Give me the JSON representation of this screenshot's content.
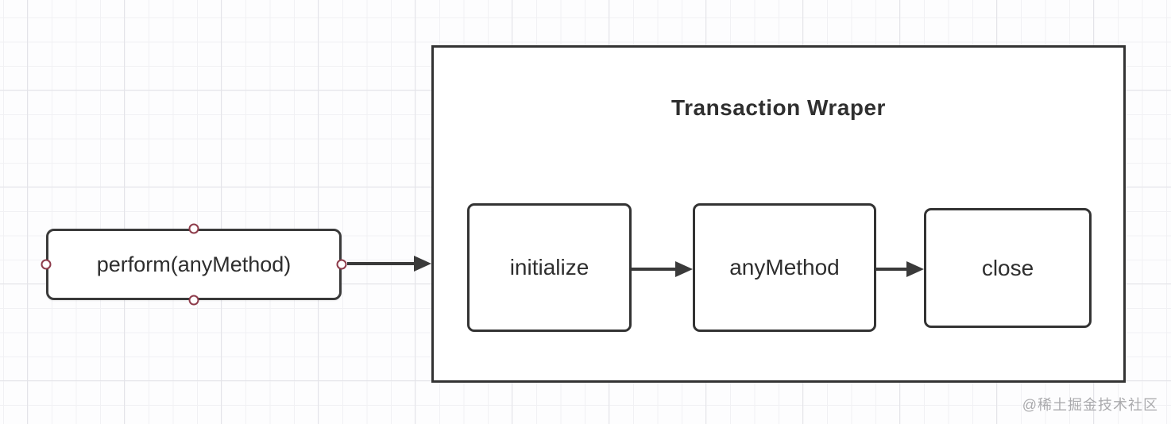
{
  "wrapper": {
    "title": "Transaction Wraper"
  },
  "caller": {
    "label": "perform(anyMethod)"
  },
  "steps": [
    {
      "label": "initialize"
    },
    {
      "label": "anyMethod"
    },
    {
      "label": "close"
    }
  ],
  "watermark": {
    "text": "@稀土掘金技术社区"
  },
  "colors": {
    "box_border": "#333333",
    "text": "#2e2e2e",
    "arrow": "#3a3a3a",
    "handle_stroke": "#8d3b4a",
    "grid_minor": "#f1f1f4",
    "grid_major": "#e4e4e9",
    "background": "#fdfdfe",
    "watermark": "#aaaaad"
  }
}
